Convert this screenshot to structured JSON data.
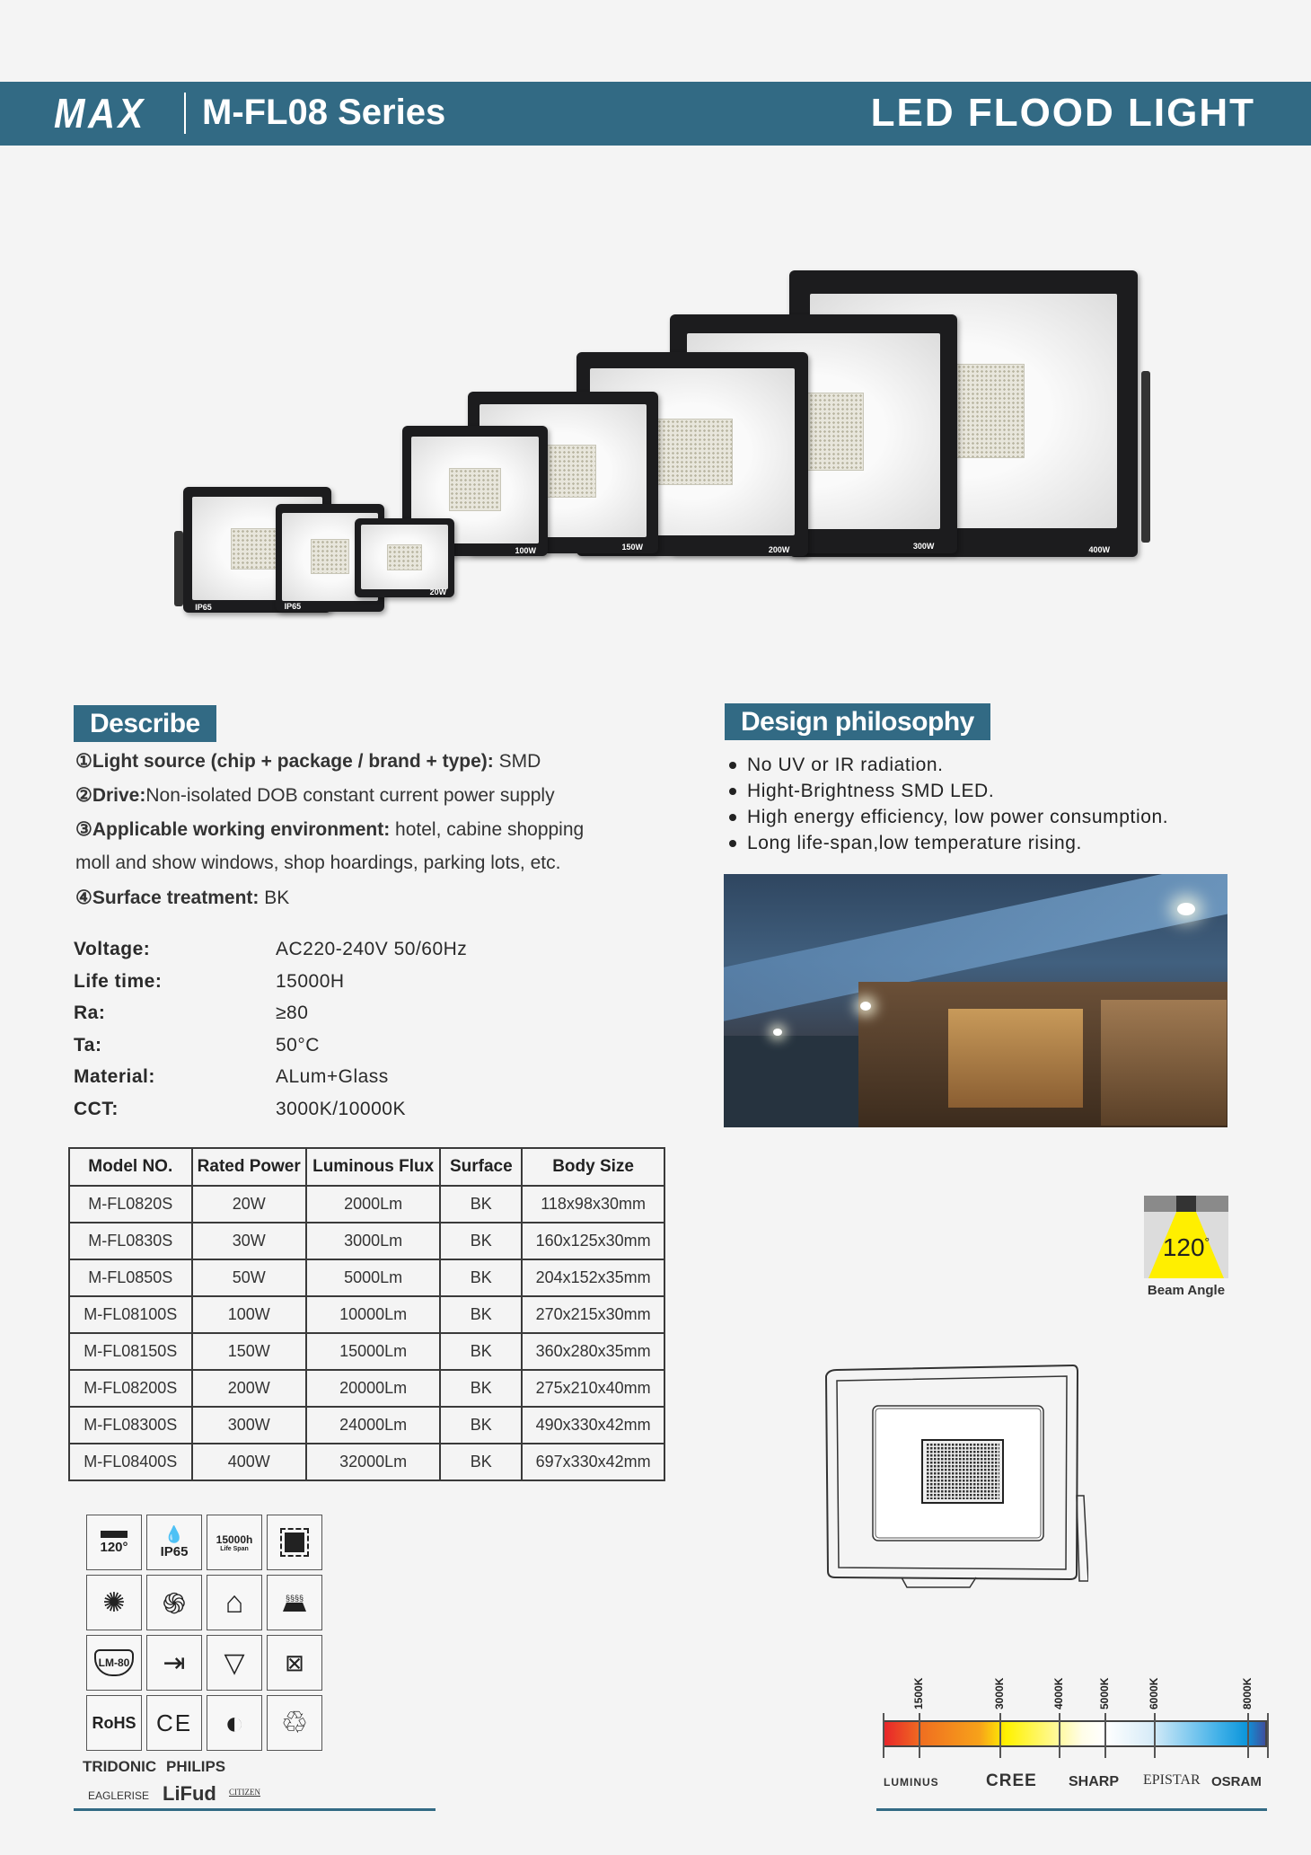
{
  "header": {
    "logo": "MAX",
    "series": "M-FL08 Series",
    "title": "LED FLOOD LIGHT"
  },
  "products": {
    "wattage_labels": [
      "400W",
      "300W",
      "200W",
      "150W",
      "100W",
      "IP65",
      "IP65",
      "20W"
    ]
  },
  "describe": {
    "title": "Describe",
    "items": [
      {
        "label": "①Light source (chip + package / brand + type):",
        "value": " SMD"
      },
      {
        "label": "②Drive:",
        "value": "Non-isolated DOB constant current power supply"
      },
      {
        "label": "③Applicable working environment:",
        "value": " hotel, cabine shopping"
      },
      {
        "label": "",
        "value": "moll and show windows, shop hoardings, parking lots, etc."
      },
      {
        "label": "④Surface treatment:",
        "value": " BK"
      }
    ]
  },
  "specs": [
    {
      "label": "Voltage:",
      "value": "AC220-240V 50/60Hz"
    },
    {
      "label": "Life time:",
      "value": "15000H"
    },
    {
      "label": "Ra:",
      "value": "≥80"
    },
    {
      "label": "Ta:",
      "value": "50°C"
    },
    {
      "label": "Material:",
      "value": "ALum+Glass"
    },
    {
      "label": "CCT:",
      "value": "3000K/10000K"
    }
  ],
  "table": {
    "headers": [
      "Model NO.",
      "Rated Power",
      "Luminous Flux",
      "Surface",
      "Body Size"
    ],
    "rows": [
      [
        "M-FL0820S",
        "20W",
        "2000Lm",
        "BK",
        "118x98x30mm"
      ],
      [
        "M-FL0830S",
        "30W",
        "3000Lm",
        "BK",
        "160x125x30mm"
      ],
      [
        "M-FL0850S",
        "50W",
        "5000Lm",
        "BK",
        "204x152x35mm"
      ],
      [
        "M-FL08100S",
        "100W",
        "10000Lm",
        "BK",
        "270x215x30mm"
      ],
      [
        "M-FL08150S",
        "150W",
        "15000Lm",
        "BK",
        "360x280x35mm"
      ],
      [
        "M-FL08200S",
        "200W",
        "20000Lm",
        "BK",
        "275x210x40mm"
      ],
      [
        "M-FL08300S",
        "300W",
        "24000Lm",
        "BK",
        "490x330x42mm"
      ],
      [
        "M-FL08400S",
        "400W",
        "32000Lm",
        "BK",
        "697x330x42mm"
      ]
    ]
  },
  "design": {
    "title": "Design philosophy",
    "bullets": [
      "No UV or IR radiation.",
      "Hight-Brightness SMD LED.",
      "High energy efficiency, low power consumption.",
      "Long life-span,low temperature rising."
    ]
  },
  "beam": {
    "angle": "120",
    "degree": "°",
    "label": "Beam Angle"
  },
  "icons": {
    "beam": "120°",
    "ip": "IP65",
    "life": "15000h",
    "life_sub": "Life Span",
    "lm80": "LM-80",
    "rohs": "RoHS",
    "ce": "CE"
  },
  "brands_left": [
    "TRIDONIC",
    "PHILIPS",
    "EAGLERISE",
    "LiFud",
    "CITIZEN"
  ],
  "cct_scale": {
    "ticks": [
      "1500K",
      "3000K",
      "4000K",
      "5000K",
      "6000K",
      "8000K"
    ]
  },
  "brands_right": [
    "LUMINUS",
    "CREE",
    "SHARP",
    "EPISTAR",
    "OSRAM"
  ]
}
